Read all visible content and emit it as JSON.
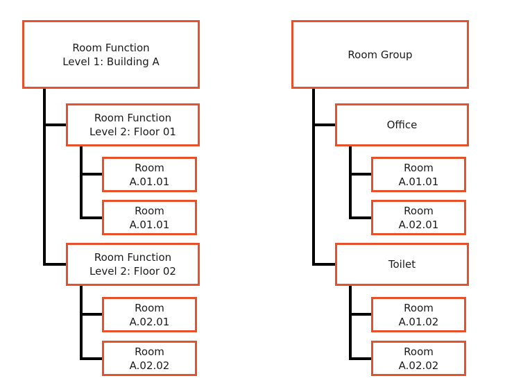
{
  "diagram": {
    "type": "hierarchy-tree-pair",
    "colors": {
      "box_border": "#e8502a",
      "box_fill": "#ffffff",
      "connector": "#000000",
      "text": "#1a1a1a",
      "background": "#ffffff"
    },
    "trees": [
      {
        "id": "room-function-tree",
        "root": {
          "line1": "Room Function",
          "line2": "Level 1: Building A"
        },
        "branches": [
          {
            "line1": "Room Function",
            "line2": "Level 2: Floor 01",
            "children": [
              {
                "line1": "Room",
                "line2": "A.01.01"
              },
              {
                "line1": "Room",
                "line2": "A.01.01"
              }
            ]
          },
          {
            "line1": "Room Function",
            "line2": "Level 2: Floor 02",
            "children": [
              {
                "line1": "Room",
                "line2": "A.02.01"
              },
              {
                "line1": "Room",
                "line2": "A.02.02"
              }
            ]
          }
        ]
      },
      {
        "id": "room-group-tree",
        "root": {
          "line1": "Room Group",
          "line2": ""
        },
        "branches": [
          {
            "line1": "Office",
            "line2": "",
            "children": [
              {
                "line1": "Room",
                "line2": "A.01.01"
              },
              {
                "line1": "Room",
                "line2": "A.02.01"
              }
            ]
          },
          {
            "line1": "Toilet",
            "line2": "",
            "children": [
              {
                "line1": "Room",
                "line2": "A.01.02"
              },
              {
                "line1": "Room",
                "line2": "A.02.02"
              }
            ]
          }
        ]
      }
    ]
  }
}
